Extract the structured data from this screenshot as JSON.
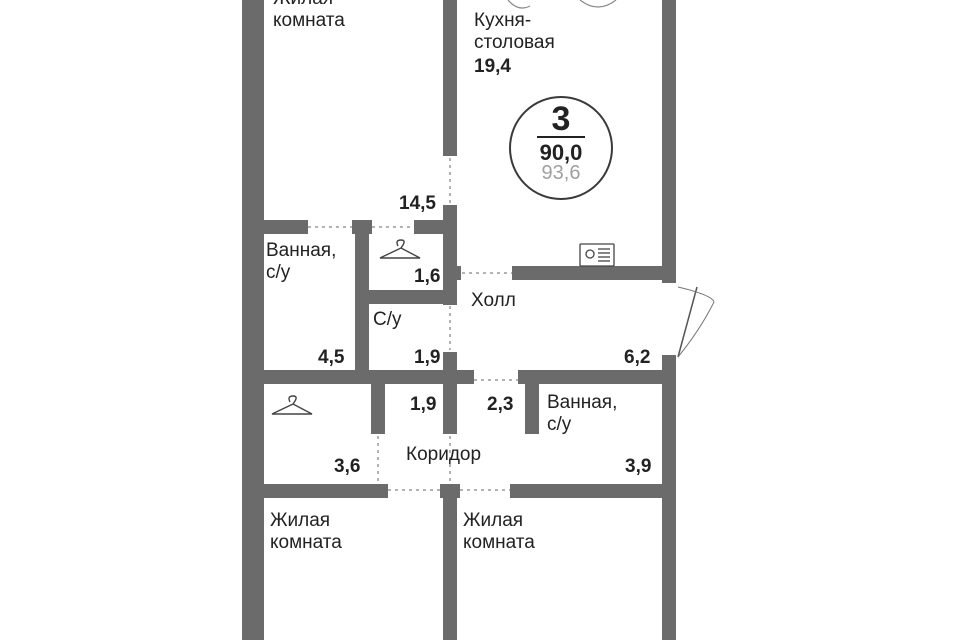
{
  "plan": {
    "rooms_count": "3",
    "total_area": "90,0",
    "gross_area": "93,6",
    "labels": {
      "living_top": "Жилая\nкомната",
      "kitchen": "Кухня-\nстоловая",
      "kitchen_area": "19,4",
      "living_top_area": "14,5",
      "bath_left": "Ванная,\nс/у",
      "wardrobe_top_area": "1,6",
      "hall": "Холл",
      "wc": "С/у",
      "bath_left_area": "4,5",
      "wc_area": "1,9",
      "hall_area": "6,2",
      "corridor_upper_area": "1,9",
      "bath_right_area": "2,3",
      "bath_right": "Ванная,\nс/у",
      "corridor": "Коридор",
      "wardrobe_left_area": "3,6",
      "corridor_right_area": "3,9",
      "living_bl": "Жилая\nкомната",
      "living_br": "Жилая\nкомната"
    },
    "icons": [
      "hanger-icon",
      "hanger-icon",
      "stove-icon"
    ],
    "wall_color": "#6b6b6b"
  }
}
